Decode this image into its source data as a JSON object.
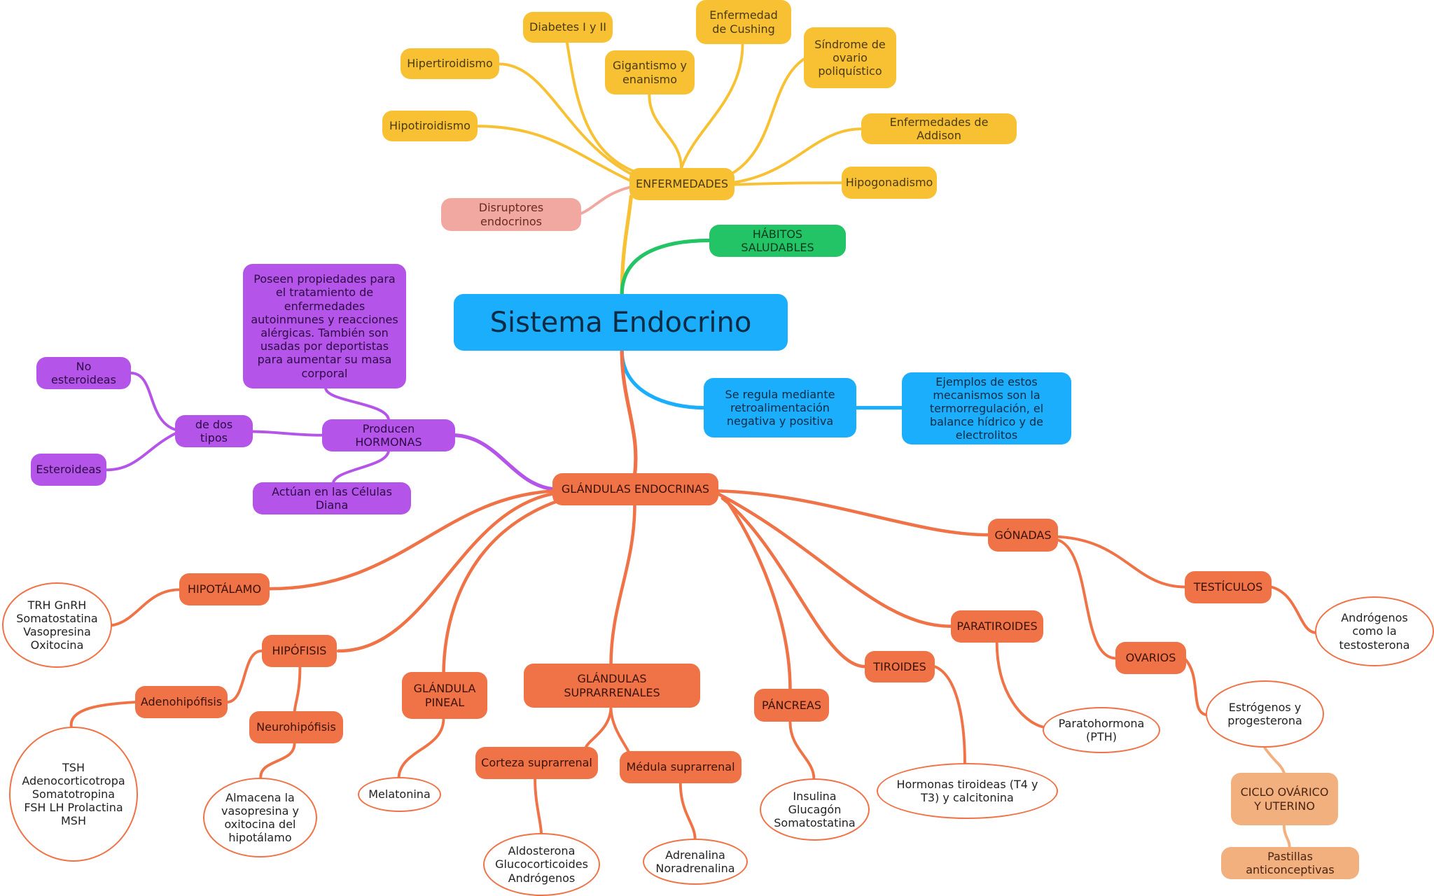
{
  "central": "Sistema Endocrino",
  "enfermedades": {
    "label": "ENFERMEDADES",
    "items": [
      "Diabetes I y II",
      "Enfermedad de Cushing",
      "Hipertiroidismo",
      "Gigantismo y enanismo",
      "Síndrome de ovario poliquístico",
      "Hipotiroidismo",
      "Enfermedades de Addison",
      "Hipogonadismo"
    ]
  },
  "disruptores": "Disruptores endocrinos",
  "habitos": "HÁBITOS SALUDABLES",
  "regulacion": {
    "label": "Se regula mediante retroalimentación negativa y positiva",
    "ejemplos": "Ejemplos de estos mecanismos son la termorregulación, el balance hídrico y de electrolitos"
  },
  "hormonas": {
    "propiedades": "Poseen propiedades para el tratamiento de enfermedades autoinmunes y reacciones alérgicas. También son usadas por deportistas para aumentar su masa corporal",
    "producen": "Producen HORMONAS",
    "tipos": "de dos tipos",
    "no_esteroideas": "No esteroideas",
    "esteroideas": "Esteroideas",
    "celulas_diana": "Actúan en las Células Diana"
  },
  "glandulas": {
    "label": "GLÁNDULAS ENDOCRINAS",
    "hipotalamo": {
      "label": "HIPOTÁLAMO",
      "hormonas": "TRH GnRH Somatostatina Vasopresina Oxitocina"
    },
    "hipofisis": {
      "label": "HIPÓFISIS",
      "adeno": "Adenohipófisis",
      "adeno_hormonas": "TSH Adenocorticotropa Somatotropina FSH LH Prolactina MSH",
      "neuro": "Neurohipófisis",
      "neuro_funcion": "Almacena la vasopresina y oxitocina del hipotálamo"
    },
    "pineal": {
      "label": "GLÁNDULA PINEAL",
      "hormona": "Melatonina"
    },
    "suprarrenales": {
      "label": "GLÁNDULAS SUPRARRENALES",
      "corteza": "Corteza suprarrenal",
      "corteza_hormonas": "Aldosterona Glucocorticoides Andrógenos",
      "medula": "Médula suprarrenal",
      "medula_hormonas": "Adrenalina Noradrenalina"
    },
    "pancreas": {
      "label": "PÁNCREAS",
      "hormonas": "Insulina Glucagón Somatostatina"
    },
    "tiroides": {
      "label": "TIROIDES",
      "hormonas": "Hormonas tiroideas (T4 y T3) y calcitonina"
    },
    "paratiroides": {
      "label": "PARATIROIDES",
      "hormona": "Paratohormona (PTH)"
    },
    "gonadas": {
      "label": "GÓNADAS",
      "testiculos": "TESTÍCULOS",
      "testiculos_hormonas": "Andrógenos como la testosterona",
      "ovarios": "OVARIOS",
      "ovarios_hormonas": "Estrógenos y progesterona",
      "ciclo": "CICLO OVÁRICO Y UTERINO",
      "pastillas": "Pastillas anticonceptivas"
    }
  },
  "colors": {
    "yellow": "#f7c133",
    "pink": "#f0a8a0",
    "green": "#23c466",
    "blue": "#1aaefc",
    "purple": "#b454e9",
    "orange": "#f07247",
    "light_orange": "#f3b07f"
  }
}
